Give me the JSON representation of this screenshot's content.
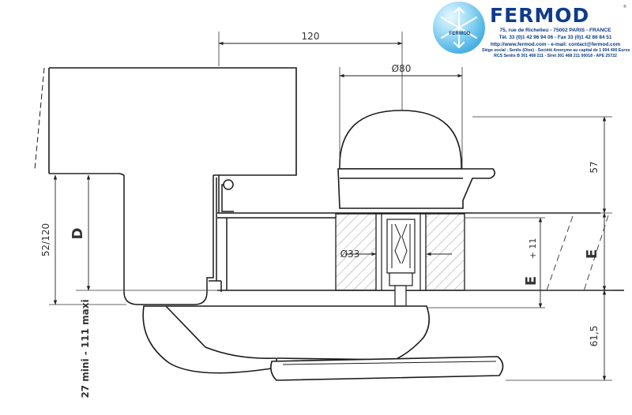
{
  "header": {
    "brand": "FERMOD",
    "registered": "®",
    "logo_text": "FERMOD",
    "address": "75, rue de Richelieu - 75002 PARIS - FRANCE",
    "phone_fax": "Tél. 33 (0)1 42 96 94 06 - Fax 33 (0)1 42 86 84 51",
    "web_email": "http://www.fermod.com - e-mail: contact@fermod.com",
    "legal_1": "Siège social : Senlis (Oise) - Société Anonyme au capital de 1 004 400 Euros",
    "legal_2": "RCS Senlis B 301 468 211 - Siret 301 468 211 00018 - APE 25722",
    "colors": {
      "brand_blue": "#0f3c8a",
      "logo_light": "#9fdcf6",
      "logo_dark": "#2b8cc7"
    },
    "icon": "snowflake-icon"
  },
  "dimensions": {
    "width_120": "120",
    "dia_80": "Ø80",
    "height_57": "57",
    "dia_33": "Ø33",
    "range_52_120": "52/120",
    "label_D": "D",
    "label_E_right": "E",
    "label_E_inner": "E",
    "plus_11": "+ 11",
    "height_61_5": "61,5",
    "range_mini_maxi": "27 mini - 111 maxi"
  }
}
